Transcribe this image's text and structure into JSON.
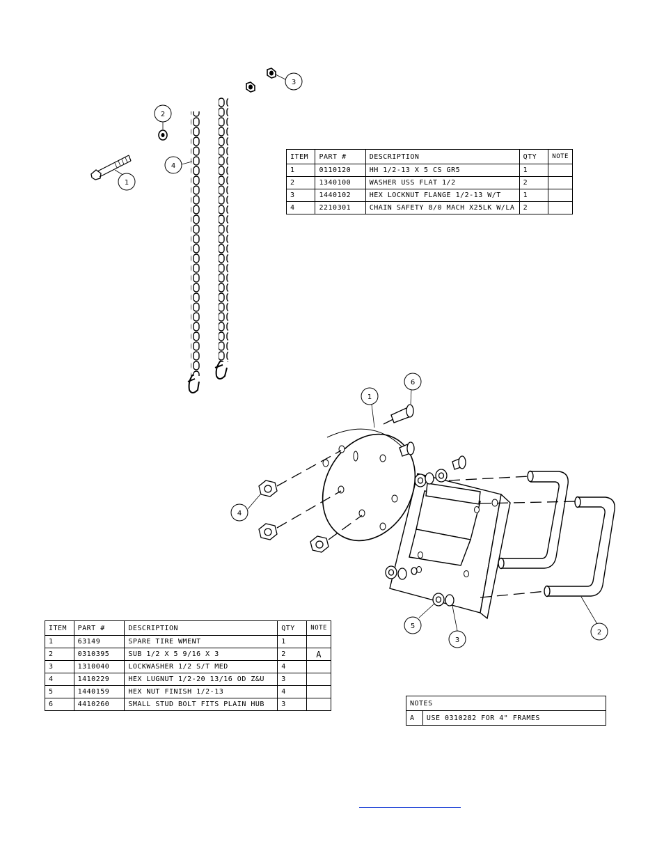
{
  "balloons": {
    "top": [
      "1",
      "2",
      "3",
      "4"
    ],
    "bottom": [
      "1",
      "6",
      "4",
      "5",
      "3",
      "2"
    ]
  },
  "bom_top": {
    "headers": [
      "ITEM",
      "PART #",
      "DESCRIPTION",
      "QTY",
      "NOTE"
    ],
    "rows": [
      [
        "1",
        "0110120",
        "HH 1/2-13 X 5 CS GR5",
        "1",
        ""
      ],
      [
        "2",
        "1340100",
        "WASHER USS FLAT 1/2",
        "2",
        ""
      ],
      [
        "3",
        "1440102",
        "HEX LOCKNUT FLANGE 1/2-13 W/T",
        "1",
        ""
      ],
      [
        "4",
        "2210301",
        "CHAIN SAFETY 8/0 MACH X25LK W/LA",
        "2",
        ""
      ]
    ]
  },
  "bom_bottom": {
    "headers": [
      "ITEM",
      "PART #",
      "DESCRIPTION",
      "QTY",
      "NOTE"
    ],
    "rows": [
      [
        "1",
        "63149",
        "SPARE TIRE WMENT",
        "1",
        ""
      ],
      [
        "2",
        "0310395",
        "SUB 1/2 X 5 9/16 X 3",
        "2",
        "A"
      ],
      [
        "3",
        "1310040",
        "LOCKWASHER 1/2 S/T MED",
        "4",
        ""
      ],
      [
        "4",
        "1410229",
        "HEX LUGNUT 1/2-20 13/16 OD Z&U",
        "3",
        ""
      ],
      [
        "5",
        "1440159",
        "HEX NUT FINISH 1/2-13",
        "4",
        ""
      ],
      [
        "6",
        "4410260",
        "SMALL STUD BOLT FITS PLAIN HUB",
        "3",
        ""
      ]
    ]
  },
  "notes": {
    "header": "NOTES",
    "rows": [
      [
        "A",
        "USE 0310282 FOR 4\" FRAMES"
      ]
    ]
  }
}
